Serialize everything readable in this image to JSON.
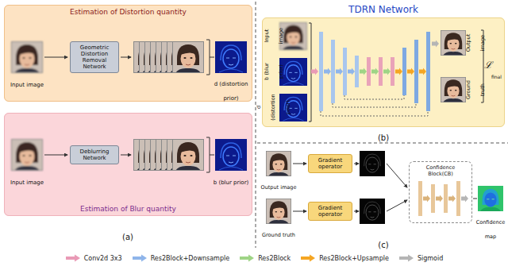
{
  "diagram": {
    "nodes": [
      {
        "text": [
          "Estimation of Distortion quantity"
        ]
      },
      {
        "text": [
          "Geometric Distortion Removal Network"
        ],
        "in": 0
      },
      {
        "text": [
          "Estimation of Blur quantity"
        ]
      },
      {
        "text": [
          "Deblurring Network"
        ],
        "in": 2
      },
      {
        "text": [
          "TDRN Network"
        ]
      },
      {
        "text": [
          "Gradient operator"
        ]
      },
      {
        "text": [
          "Gradient operator"
        ]
      },
      {
        "text": [
          "Confidence Block(CB)"
        ]
      }
    ],
    "labels": [
      "Input image",
      "d (distortion prior)",
      "Input image",
      "b (blur prior)",
      "(a)",
      "Input image",
      "b (blur prior)",
      "d (distortion prior)",
      "Output image",
      "Ground truth",
      "ℒ",
      "final",
      "(b)",
      "Output image",
      "Ground truth",
      "Confidence map",
      "(c)"
    ],
    "legend": [
      {
        "text": "Conv2d 3x3",
        "color": "#e99ab6"
      },
      {
        "text": "Res2Block+Downsample",
        "color": "#8fb5ea"
      },
      {
        "text": "Res2Block",
        "color": "#9fd486"
      },
      {
        "text": "Res2Block+Upsample",
        "color": "#f5a623"
      },
      {
        "text": "Sigmoid",
        "color": "#b5b5b5"
      }
    ]
  }
}
